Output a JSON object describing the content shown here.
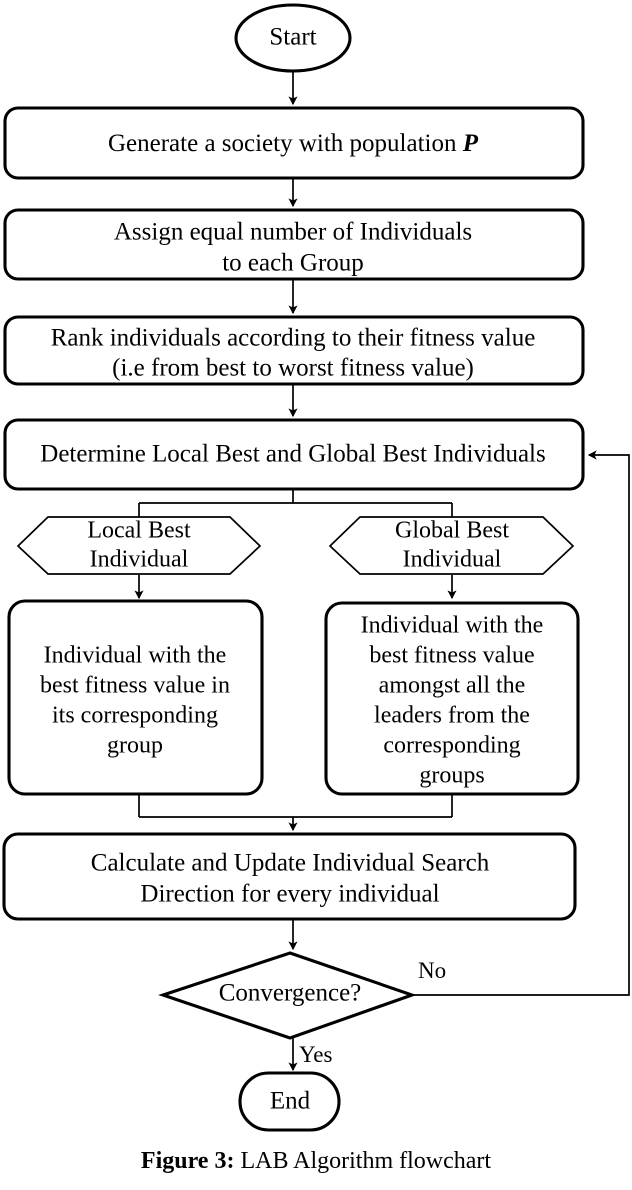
{
  "figure": {
    "caption_label": "Figure 3:",
    "caption_text": "LAB Algorithm flowchart"
  },
  "colors": {
    "stroke": "#000000",
    "fill": "#ffffff",
    "text": "#000000"
  },
  "chart_data": {
    "type": "diagram",
    "diagram_kind": "flowchart",
    "title": "LAB Algorithm flowchart",
    "orientation": "top-to-bottom",
    "nodes": [
      {
        "id": "start",
        "shape": "ellipse",
        "lines": [
          "Start"
        ]
      },
      {
        "id": "generate",
        "shape": "rounded-rectangle",
        "lines": [
          "Generate a society with population P"
        ]
      },
      {
        "id": "assign",
        "shape": "rounded-rectangle",
        "lines": [
          "Assign equal number of Individuals",
          "to each Group"
        ]
      },
      {
        "id": "rank",
        "shape": "rounded-rectangle",
        "lines": [
          "Rank individuals according to their fitness value",
          "(i.e from best to worst fitness value)"
        ]
      },
      {
        "id": "determine",
        "shape": "rounded-rectangle",
        "lines": [
          "Determine Local Best and Global Best Individuals"
        ]
      },
      {
        "id": "local-best",
        "shape": "hexagon",
        "lines": [
          "Local Best",
          "Individual"
        ]
      },
      {
        "id": "global-best",
        "shape": "hexagon",
        "lines": [
          "Global Best",
          "Individual"
        ]
      },
      {
        "id": "local-desc",
        "shape": "rounded-rectangle",
        "lines": [
          "Individual with the",
          "best fitness value in",
          "its corresponding",
          "group"
        ]
      },
      {
        "id": "global-desc",
        "shape": "rounded-rectangle",
        "lines": [
          "Individual with the",
          "best fitness value",
          "amongst all the",
          "leaders from the",
          "corresponding",
          "groups"
        ]
      },
      {
        "id": "calculate",
        "shape": "rounded-rectangle",
        "lines": [
          "Calculate and Update Individual Search",
          "Direction for every individual"
        ]
      },
      {
        "id": "convergence",
        "shape": "diamond",
        "lines": [
          "Convergence?"
        ]
      },
      {
        "id": "end",
        "shape": "stadium",
        "lines": [
          "End"
        ]
      }
    ],
    "edges": [
      {
        "from": "start",
        "to": "generate",
        "label": ""
      },
      {
        "from": "generate",
        "to": "assign",
        "label": ""
      },
      {
        "from": "assign",
        "to": "rank",
        "label": ""
      },
      {
        "from": "rank",
        "to": "determine",
        "label": ""
      },
      {
        "from": "determine",
        "to": "local-best",
        "label": ""
      },
      {
        "from": "determine",
        "to": "global-best",
        "label": ""
      },
      {
        "from": "local-best",
        "to": "local-desc",
        "label": ""
      },
      {
        "from": "global-best",
        "to": "global-desc",
        "label": ""
      },
      {
        "from": "local-desc",
        "to": "calculate",
        "label": ""
      },
      {
        "from": "global-desc",
        "to": "calculate",
        "label": ""
      },
      {
        "from": "calculate",
        "to": "convergence",
        "label": ""
      },
      {
        "from": "convergence",
        "to": "determine",
        "label": "No"
      },
      {
        "from": "convergence",
        "to": "end",
        "label": "Yes"
      }
    ],
    "edge_labels": {
      "no": "No",
      "yes": "Yes"
    }
  },
  "nodes": {
    "start": {
      "text": "Start"
    },
    "generate": {
      "line1_pre": "Generate a society with population ",
      "line1_var": "P"
    },
    "assign": {
      "line1": "Assign equal number of Individuals",
      "line2": "to each Group"
    },
    "rank": {
      "line1": "Rank individuals according to their fitness value",
      "line2": "(i.e from best to worst fitness value)"
    },
    "determine": {
      "text": "Determine Local Best and Global Best Individuals"
    },
    "local_best": {
      "line1": "Local Best",
      "line2": "Individual"
    },
    "global_best": {
      "line1": "Global Best",
      "line2": "Individual"
    },
    "local_desc": {
      "line1": "Individual with the",
      "line2": "best fitness value in",
      "line3": "its corresponding",
      "line4": "group"
    },
    "global_desc": {
      "line1": "Individual with the",
      "line2": "best fitness value",
      "line3": "amongst all the",
      "line4": "leaders from the",
      "line5": "corresponding",
      "line6": "groups"
    },
    "calculate": {
      "line1": "Calculate and Update Individual Search",
      "line2": "Direction for every individual"
    },
    "convergence": {
      "text": "Convergence?"
    },
    "end": {
      "text": "End"
    }
  },
  "labels": {
    "no": "No",
    "yes": "Yes"
  }
}
